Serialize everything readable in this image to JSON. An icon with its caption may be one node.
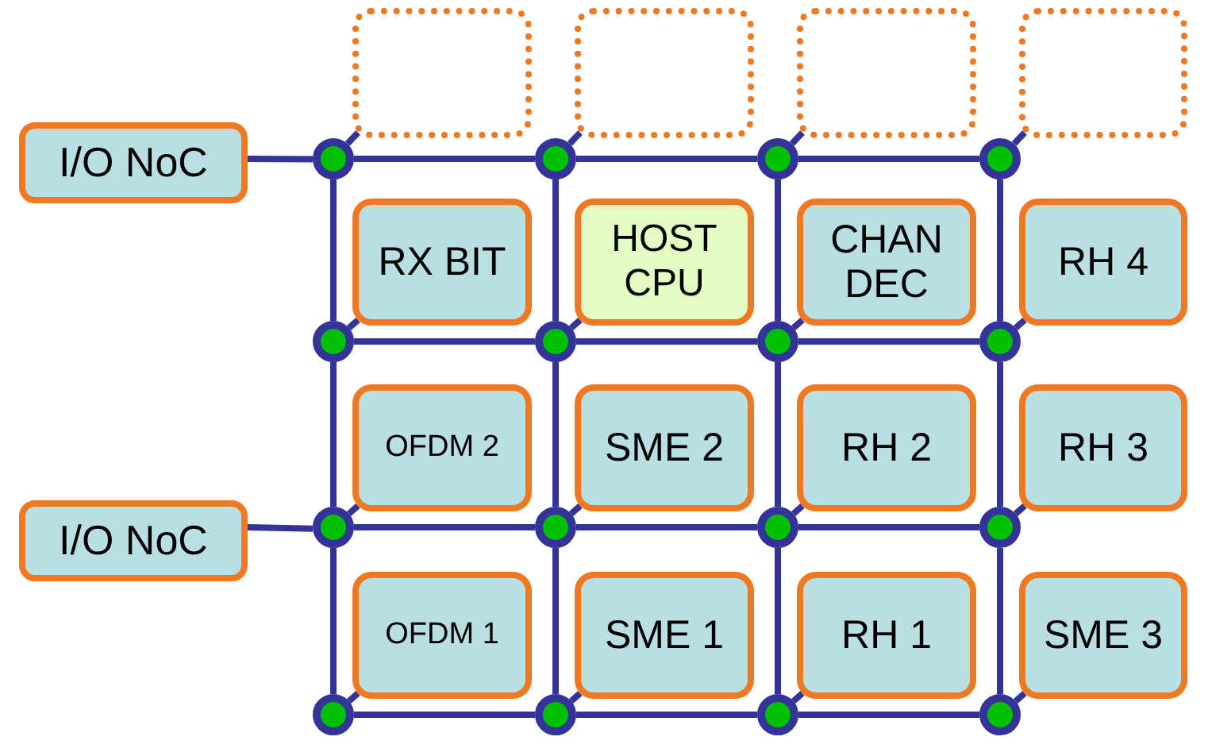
{
  "diagram": {
    "nodes": [
      {
        "text": [],
        "shape": "box"
      },
      {
        "text": [],
        "shape": "box"
      },
      {
        "text": [],
        "shape": "box"
      },
      {
        "text": [],
        "shape": "box"
      },
      {
        "text": [
          "I/O NoC"
        ]
      },
      {
        "text": [],
        "shape": "circle"
      },
      {
        "text": [],
        "shape": "circle"
      },
      {
        "text": [],
        "shape": "circle"
      },
      {
        "text": [],
        "shape": "circle"
      },
      {
        "text": [
          "RX BIT"
        ]
      },
      {
        "text": [
          "HOST CPU"
        ]
      },
      {
        "text": [
          "CHAN DEC"
        ]
      },
      {
        "text": [
          "RH 4"
        ]
      },
      {
        "text": [],
        "shape": "circle"
      },
      {
        "text": [],
        "shape": "circle"
      },
      {
        "text": [],
        "shape": "circle"
      },
      {
        "text": [],
        "shape": "circle"
      },
      {
        "text": [
          "OFDM 2"
        ]
      },
      {
        "text": [
          "SME 2"
        ]
      },
      {
        "text": [
          "RH 2"
        ]
      },
      {
        "text": [
          "RH 3"
        ]
      },
      {
        "text": [
          "I/O NoC"
        ]
      },
      {
        "text": [],
        "shape": "circle"
      },
      {
        "text": [],
        "shape": "circle"
      },
      {
        "text": [],
        "shape": "circle"
      },
      {
        "text": [],
        "shape": "circle"
      },
      {
        "text": [
          "OFDM 1"
        ]
      },
      {
        "text": [
          "SME 1"
        ]
      },
      {
        "text": [
          "RH 1"
        ]
      },
      {
        "text": [
          "SME 3"
        ]
      },
      {
        "text": [],
        "shape": "circle"
      },
      {
        "text": [],
        "shape": "circle"
      },
      {
        "text": [],
        "shape": "circle"
      },
      {
        "text": [],
        "shape": "circle"
      }
    ],
    "edges": [
      {
        "from": 4,
        "to": 5,
        "arrow": "none"
      },
      {
        "from": 21,
        "to": 22,
        "arrow": "none"
      },
      {
        "from": 5,
        "to": 6,
        "arrow": "none"
      },
      {
        "from": 6,
        "to": 7,
        "arrow": "none"
      },
      {
        "from": 7,
        "to": 8,
        "arrow": "none"
      },
      {
        "from": 13,
        "to": 14,
        "arrow": "none"
      },
      {
        "from": 14,
        "to": 15,
        "arrow": "none"
      },
      {
        "from": 15,
        "to": 16,
        "arrow": "none"
      },
      {
        "from": 22,
        "to": 23,
        "arrow": "none"
      },
      {
        "from": 23,
        "to": 24,
        "arrow": "none"
      },
      {
        "from": 24,
        "to": 25,
        "arrow": "none"
      },
      {
        "from": 30,
        "to": 31,
        "arrow": "none"
      },
      {
        "from": 31,
        "to": 32,
        "arrow": "none"
      },
      {
        "from": 32,
        "to": 33,
        "arrow": "none"
      },
      {
        "from": 5,
        "to": 13,
        "arrow": "none"
      },
      {
        "from": 13,
        "to": 22,
        "arrow": "none"
      },
      {
        "from": 22,
        "to": 30,
        "arrow": "none"
      },
      {
        "from": 6,
        "to": 14,
        "arrow": "none"
      },
      {
        "from": 14,
        "to": 23,
        "arrow": "none"
      },
      {
        "from": 23,
        "to": 31,
        "arrow": "none"
      },
      {
        "from": 7,
        "to": 15,
        "arrow": "none"
      },
      {
        "from": 15,
        "to": 24,
        "arrow": "none"
      },
      {
        "from": 24,
        "to": 32,
        "arrow": "none"
      },
      {
        "from": 8,
        "to": 16,
        "arrow": "none"
      },
      {
        "from": 16,
        "to": 25,
        "arrow": "none"
      },
      {
        "from": 25,
        "to": 33,
        "arrow": "none"
      },
      {
        "from": 5,
        "to": 0,
        "arrow": "none"
      },
      {
        "from": 6,
        "to": 1,
        "arrow": "none"
      },
      {
        "from": 7,
        "to": 2,
        "arrow": "none"
      },
      {
        "from": 8,
        "to": 3,
        "arrow": "none"
      },
      {
        "from": 13,
        "to": 9,
        "arrow": "none"
      },
      {
        "from": 14,
        "to": 10,
        "arrow": "none"
      },
      {
        "from": 15,
        "to": 11,
        "arrow": "none"
      },
      {
        "from": 16,
        "to": 12,
        "arrow": "none"
      },
      {
        "from": 22,
        "to": 17,
        "arrow": "none"
      },
      {
        "from": 23,
        "to": 18,
        "arrow": "none"
      },
      {
        "from": 24,
        "to": 19,
        "arrow": "none"
      },
      {
        "from": 25,
        "to": 20,
        "arrow": "none"
      },
      {
        "from": 30,
        "to": 26,
        "arrow": "none"
      },
      {
        "from": 31,
        "to": 27,
        "arrow": "none"
      },
      {
        "from": 32,
        "to": 28,
        "arrow": "none"
      },
      {
        "from": 33,
        "to": 29,
        "arrow": "none"
      }
    ]
  }
}
